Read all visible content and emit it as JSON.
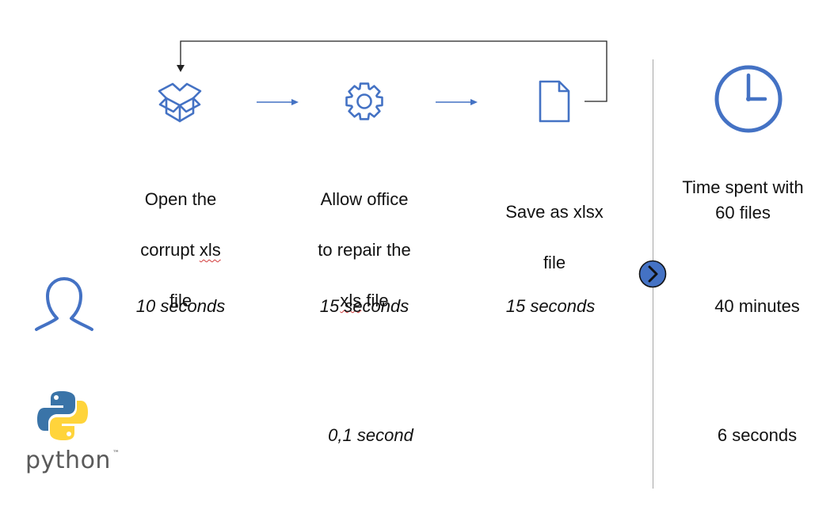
{
  "steps": [
    {
      "line1": "Open the",
      "line2": "corrupt ",
      "squiggle": "xls",
      "line3": "file"
    },
    {
      "line1": "Allow office",
      "line2": "to repair the",
      "squiggle": "xls",
      "line3": " file"
    },
    {
      "line1": "Save as xlsx",
      "line2": "file"
    }
  ],
  "summary": {
    "line1": "Time spent with",
    "line2": "60 files"
  },
  "human_times": [
    "10 seconds",
    "15 seconds",
    "15 seconds",
    "40 minutes"
  ],
  "python_times": [
    "0,1 second",
    "6 seconds"
  ],
  "python": {
    "word": "python",
    "tm": "™"
  },
  "icons": [
    "box-icon",
    "gear-icon",
    "document-icon",
    "clock-icon",
    "person-icon",
    "python-logo-icon",
    "chevron-right-icon"
  ],
  "colors": {
    "accent": "#4472c4",
    "divider": "#a6a6a6",
    "python_blue": "#3a74a8",
    "python_yellow": "#ffd43b"
  }
}
